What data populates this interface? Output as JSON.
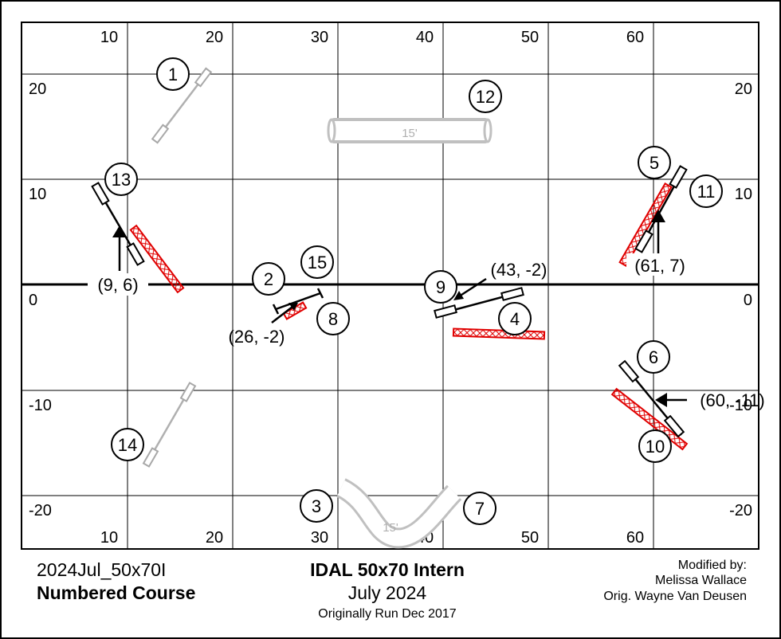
{
  "diagram": {
    "x_tick_labels_top": [
      "10",
      "20",
      "30",
      "40",
      "50",
      "60"
    ],
    "x_tick_labels_bottom": [
      "10",
      "20",
      "30",
      "40",
      "50",
      "60"
    ],
    "y_tick_labels": [
      "20",
      "10",
      "0",
      "-10",
      "-20"
    ],
    "obstacles": [
      {
        "number": "1"
      },
      {
        "number": "2"
      },
      {
        "number": "3"
      },
      {
        "number": "4"
      },
      {
        "number": "5"
      },
      {
        "number": "6"
      },
      {
        "number": "7"
      },
      {
        "number": "8"
      },
      {
        "number": "9"
      },
      {
        "number": "10"
      },
      {
        "number": "11"
      },
      {
        "number": "12"
      },
      {
        "number": "13"
      },
      {
        "number": "14"
      },
      {
        "number": "15"
      }
    ],
    "coordinates": [
      "(9, 6)",
      "(26, -2)",
      "(43, -2)",
      "(61, 7)",
      "(60, -11)"
    ],
    "tunnel_labels": [
      "15'",
      "15'"
    ],
    "colors": {
      "grid": "#000000",
      "gray_obstacle": "#b0b0b0",
      "red_obstacle": "#e00000"
    }
  },
  "footer": {
    "course_id": "2024Jul_50x70I",
    "course_type": "Numbered Course",
    "title": "IDAL 50x70 Intern",
    "date": "July 2024",
    "original_run": "Originally Run Dec 2017",
    "modified_label": "Modified by:",
    "modifier": "Melissa Wallace",
    "original_author": "Orig. Wayne Van Deusen"
  }
}
